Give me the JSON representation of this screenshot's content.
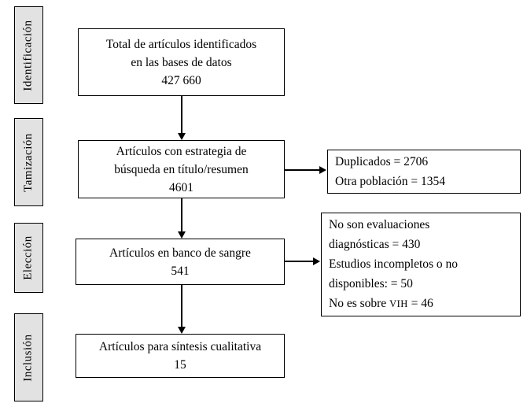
{
  "stages": [
    {
      "label": "Identificación"
    },
    {
      "label": "Tamización"
    },
    {
      "label": "Elección"
    },
    {
      "label": "Inclusión"
    }
  ],
  "flow": {
    "box_identified": {
      "lines": [
        "Total de artículos identificados",
        "en las bases de datos",
        "427 660"
      ]
    },
    "box_screened": {
      "lines": [
        "Artículos con estrategia de",
        "búsqueda en título/resumen",
        "4601"
      ]
    },
    "box_eligible": {
      "lines": [
        "Artículos en banco de sangre",
        "541"
      ]
    },
    "box_included": {
      "lines": [
        "Artículos para síntesis cualitativa",
        "15"
      ]
    },
    "side_duplicates": {
      "lines": [
        "Duplicados = 2706",
        "Otra población = 1354"
      ]
    },
    "side_excluded": {
      "lines": [
        "No son evaluaciones",
        "diagnósticas = 430",
        "Estudios incompletos o no",
        "disponibles: = 50"
      ],
      "vih_line": {
        "prefix": "No es sobre ",
        "acronym": "VIH",
        "suffix": " = 46"
      }
    }
  },
  "colors": {
    "stage_fill": "#e2e2e2",
    "border": "#000000",
    "background": "#ffffff"
  }
}
